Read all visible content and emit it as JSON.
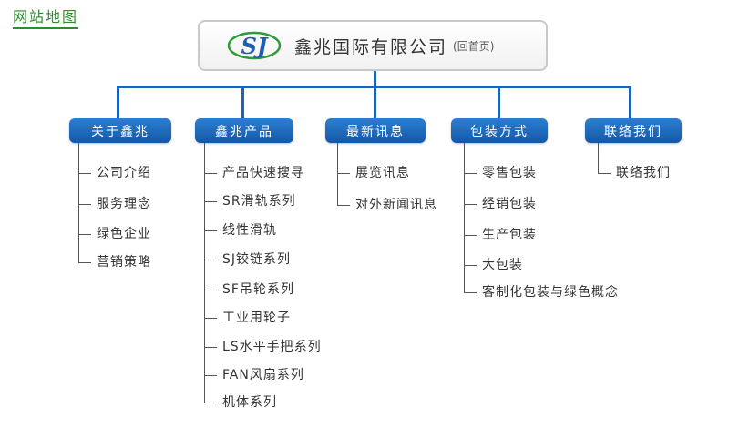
{
  "page_title": "网站地图",
  "home": {
    "logo_text": "SJ",
    "company_name": "鑫兆国际有限公司",
    "home_link": "(回首页)"
  },
  "colors": {
    "accent": "#1f63b5",
    "title_green": "#2e8b2e",
    "logo_green": "#2e9a3a",
    "logo_blue": "#1f5fb0"
  },
  "categories": [
    {
      "label": "关于鑫兆",
      "items": [
        "公司介绍",
        "服务理念",
        "绿色企业",
        "营销策略"
      ]
    },
    {
      "label": "鑫兆产品",
      "items": [
        "产品快速搜寻",
        "SR滑轨系列",
        "线性滑轨",
        "SJ铰链系列",
        "SF吊轮系列",
        "工业用轮子",
        "LS水平手把系列",
        "FAN风扇系列",
        "机体系列"
      ]
    },
    {
      "label": "最新讯息",
      "items": [
        "展览讯息",
        "对外新闻讯息"
      ]
    },
    {
      "label": "包装方式",
      "items": [
        "零售包装",
        "经销包装",
        "生产包装",
        "大包装",
        "客制化包装与绿色概念"
      ]
    },
    {
      "label": "联络我们",
      "items": [
        "联络我们"
      ]
    }
  ]
}
